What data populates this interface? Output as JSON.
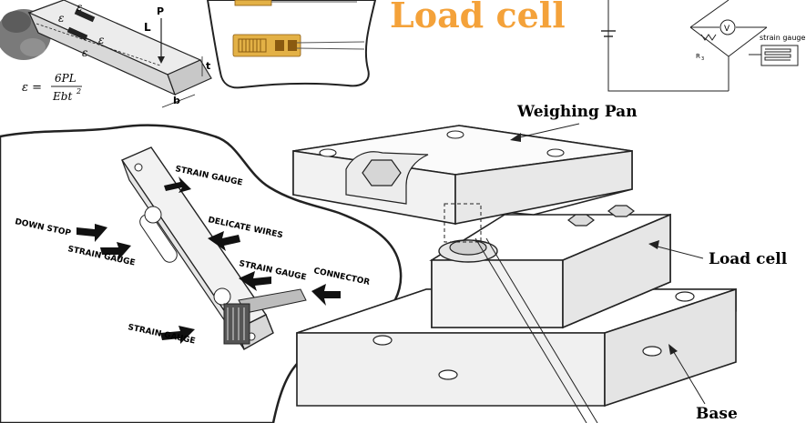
{
  "title": "Load cell",
  "colors": {
    "title": "#f4a23a",
    "gauge_fill": "#e3b146",
    "gauge_foil": "#8a5a10",
    "outline": "#222222",
    "arrow": "#111111",
    "paper": "#ffffff",
    "wall": "#7a7a7a"
  },
  "beam_panel": {
    "strain_labels": [
      "ε",
      "ε",
      "ε",
      "ε"
    ],
    "force_label": "P",
    "length_label": "L",
    "thickness_label": "t",
    "width_label": "b",
    "formula_lhs": "ε =",
    "formula_numerator": "6PL",
    "formula_denominator": "Ebt",
    "formula_exponent": "2"
  },
  "circuit_panel": {
    "meter_label": "V",
    "resistor_label": "R",
    "resistor_subscript": "3",
    "gauge_label": "strain gauge"
  },
  "sensor_panel": {
    "labels": {
      "strain_gauge_top": "STRAIN GAUGE",
      "delicate_wires": "DELICATE WIRES",
      "down_stop": "DOWN STOP",
      "strain_gauge_left": "STRAIN GAUGE",
      "strain_gauge_mid": "STRAIN GAUGE",
      "connector": "CONNECTOR",
      "strain_gauge_bottom": "STRAIN GAUGE"
    }
  },
  "assembly": {
    "labels": {
      "weighing_pan": "Weighing Pan",
      "load_cell": "Load cell",
      "base": "Base"
    }
  }
}
